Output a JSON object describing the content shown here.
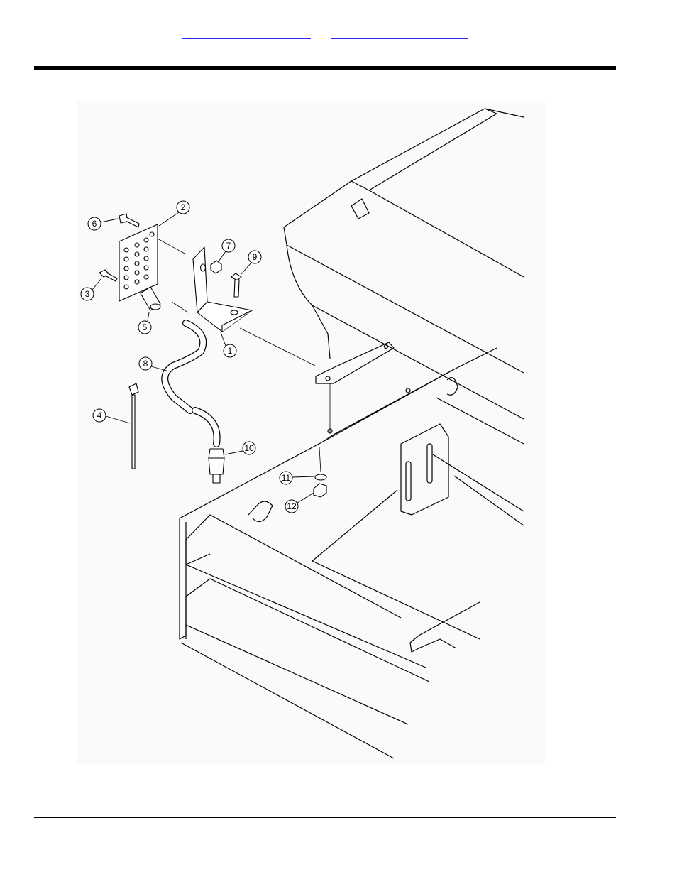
{
  "header": {
    "nav_links": [
      "",
      ""
    ]
  },
  "figure": {
    "callouts": [
      "1",
      "2",
      "3",
      "4",
      "5",
      "6",
      "7",
      "8",
      "9",
      "10",
      "11",
      "12"
    ]
  }
}
